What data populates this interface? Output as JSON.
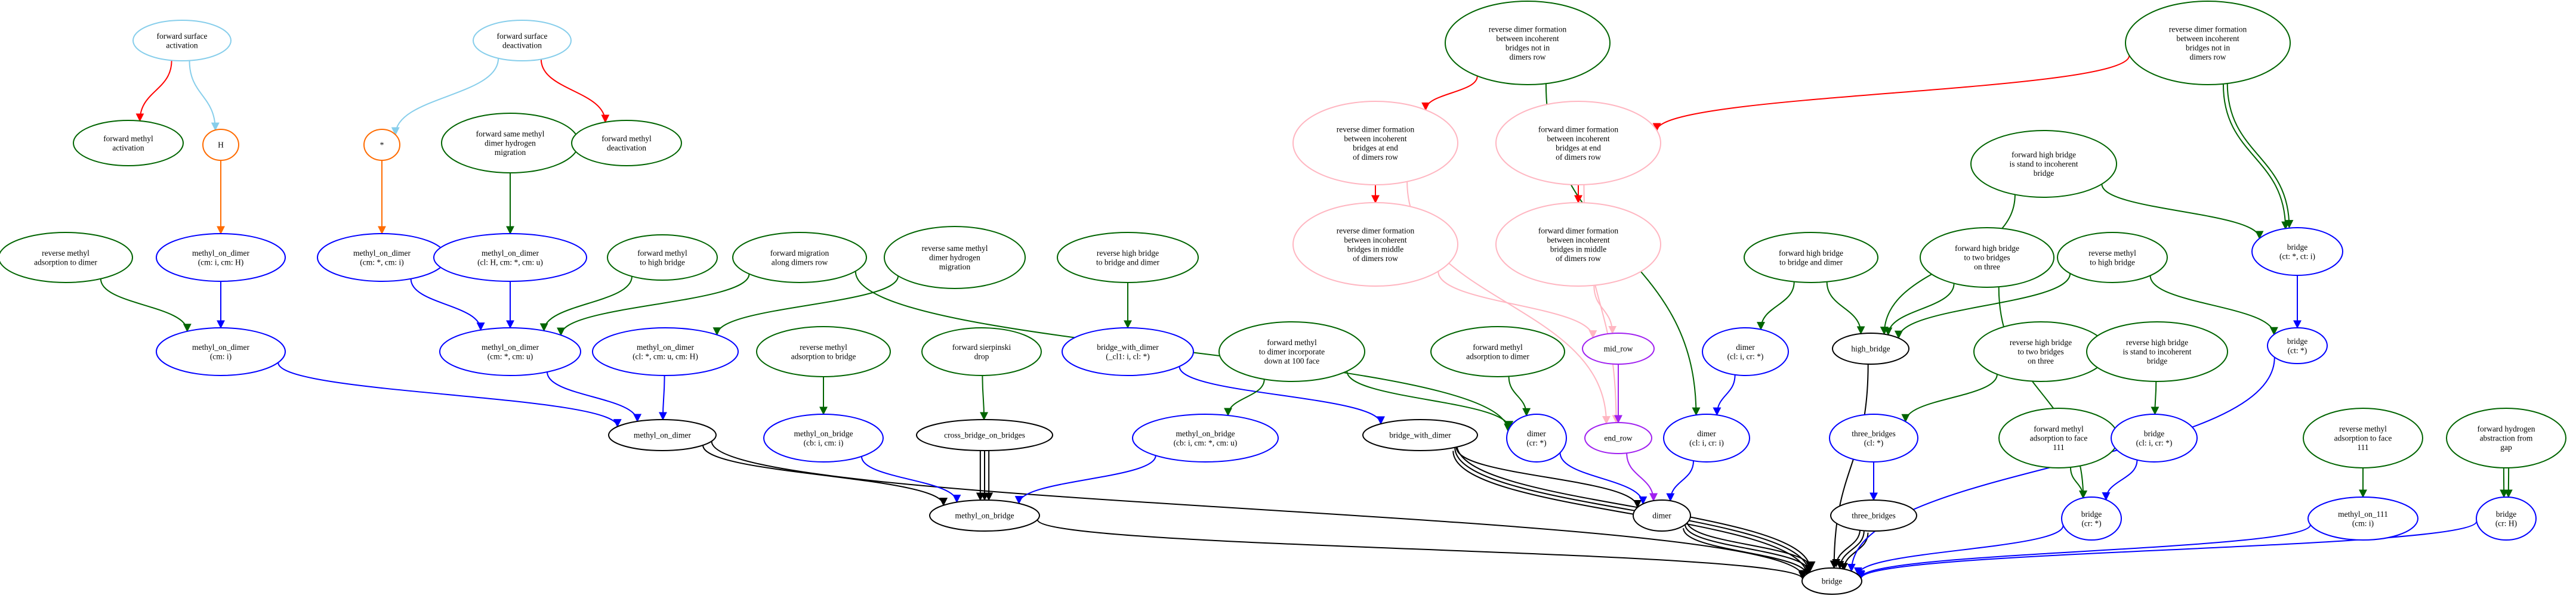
{
  "colors": {
    "black": "#000000",
    "blue": "#0000ff",
    "green": "#006400",
    "red": "#ff0000",
    "orange": "#ff6b00",
    "lightblue": "#87ceeb",
    "pink": "#ffb6c1",
    "purple": "#a020f0"
  },
  "nodes": [
    {
      "id": "fsa",
      "label": "forward surface\nactivation",
      "color": "lightblue"
    },
    {
      "id": "fsd",
      "label": "forward surface\ndeactivation",
      "color": "lightblue"
    },
    {
      "id": "fma",
      "label": "forward methyl\nactivation",
      "color": "green"
    },
    {
      "id": "H",
      "label": "H",
      "color": "orange"
    },
    {
      "id": "star",
      "label": "*",
      "color": "orange"
    },
    {
      "id": "fsmdhm",
      "label": "forward same methyl\ndimer hydrogen\nmigration",
      "color": "green"
    },
    {
      "id": "fmd",
      "label": "forward methyl\ndeactivation",
      "color": "green"
    },
    {
      "id": "rdf1",
      "label": "reverse dimer formation\nbetween incoherent\nbridges not in\ndimers row",
      "color": "green"
    },
    {
      "id": "rdf2",
      "label": "reverse dimer formation\nbetween incoherent\nbridges not in\ndimers row",
      "color": "green"
    },
    {
      "id": "rdfe",
      "label": "reverse dimer formation\nbetween incoherent\nbridges at end\nof dimers row",
      "color": "pink"
    },
    {
      "id": "fdfe",
      "label": "forward dimer formation\nbetween incoherent\nbridges at end\nof dimers row",
      "color": "pink"
    },
    {
      "id": "rdfm",
      "label": "reverse dimer formation\nbetween incoherent\nbridges in middle\nof dimers row",
      "color": "pink"
    },
    {
      "id": "fdfm",
      "label": "forward dimer formation\nbetween incoherent\nbridges in middle\nof dimers row",
      "color": "pink"
    },
    {
      "id": "fhbsi",
      "label": "forward high bridge\nis stand to incoherent\nbridge",
      "color": "green"
    },
    {
      "id": "rmad",
      "label": "reverse methyl\nadsorption to dimer",
      "color": "green"
    },
    {
      "id": "mod1",
      "label": "methyl_on_dimer\n(cm: i, cm: H)",
      "color": "blue"
    },
    {
      "id": "mod2",
      "label": "methyl_on_dimer\n(cm: *, cm: i)",
      "color": "blue"
    },
    {
      "id": "mod3",
      "label": "methyl_on_dimer\n(cl: H, cm: *, cm: u)",
      "color": "blue"
    },
    {
      "id": "fmhb",
      "label": "forward methyl\nto high bridge",
      "color": "green"
    },
    {
      "id": "fmig",
      "label": "forward migration\nalong dimers row",
      "color": "green"
    },
    {
      "id": "rsmdhm",
      "label": "reverse same methyl\ndimer hydrogen\nmigration",
      "color": "green"
    },
    {
      "id": "rhbbd",
      "label": "reverse high bridge\nto bridge and dimer",
      "color": "green"
    },
    {
      "id": "fhbbd",
      "label": "forward high bridge\nto bridge and dimer",
      "color": "green"
    },
    {
      "id": "fhb2b",
      "label": "forward high bridge\nto two bridges\non three",
      "color": "green"
    },
    {
      "id": "rmhb",
      "label": "reverse methyl\nto high bridge",
      "color": "green"
    },
    {
      "id": "bridge_ct",
      "label": "bridge\n(ct: *, ct: i)",
      "color": "blue"
    },
    {
      "id": "mod_i",
      "label": "methyl_on_dimer\n(cm: i)",
      "color": "blue"
    },
    {
      "id": "mod_su",
      "label": "methyl_on_dimer\n(cm: *, cm: u)",
      "color": "blue"
    },
    {
      "id": "mod_clH",
      "label": "methyl_on_dimer\n(cl: *, cm: u, cm: H)",
      "color": "blue"
    },
    {
      "id": "rmab",
      "label": "reverse methyl\nadsorption to bridge",
      "color": "green"
    },
    {
      "id": "fsd2",
      "label": "forward sierpinski\ndrop",
      "color": "green"
    },
    {
      "id": "bwd_s",
      "label": "bridge_with_dimer\n(_cl1: i, cl: *)",
      "color": "blue"
    },
    {
      "id": "fmdi",
      "label": "forward methyl\nto dimer incorporate\ndown at 100 face",
      "color": "green"
    },
    {
      "id": "fmad",
      "label": "forward methyl\nadsorption to dimer",
      "color": "green"
    },
    {
      "id": "mid_row",
      "label": "mid_row",
      "color": "purple"
    },
    {
      "id": "dimer_cl",
      "label": "dimer\n(cl: i, cr: *)",
      "color": "blue"
    },
    {
      "id": "high_bridge",
      "label": "high_bridge",
      "color": "black"
    },
    {
      "id": "rhb2b",
      "label": "reverse high bridge\nto two bridges\non three",
      "color": "green"
    },
    {
      "id": "rhbsi",
      "label": "reverse high bridge\nis stand to incoherent\nbridge",
      "color": "green"
    },
    {
      "id": "bridge_cts",
      "label": "bridge\n(ct: *)",
      "color": "blue"
    },
    {
      "id": "methyl_on_dimer",
      "label": "methyl_on_dimer",
      "color": "black"
    },
    {
      "id": "mob_i",
      "label": "methyl_on_bridge\n(cb: i, cm: i)",
      "color": "blue"
    },
    {
      "id": "cbob",
      "label": "cross_bridge_on_bridges",
      "color": "black"
    },
    {
      "id": "mob_s",
      "label": "methyl_on_bridge\n(cb: i, cm: *, cm: u)",
      "color": "blue"
    },
    {
      "id": "bwd",
      "label": "bridge_with_dimer",
      "color": "black"
    },
    {
      "id": "dimer_cr",
      "label": "dimer\n(cr: *)",
      "color": "blue"
    },
    {
      "id": "end_row",
      "label": "end_row",
      "color": "purple"
    },
    {
      "id": "dimer_cli",
      "label": "dimer\n(cl: i, cr: i)",
      "color": "blue"
    },
    {
      "id": "three_bridges_cl",
      "label": "three_bridges\n(cl: *)",
      "color": "blue"
    },
    {
      "id": "fmaf",
      "label": "forward methyl\nadsorption to face\n111",
      "color": "green"
    },
    {
      "id": "bridge_cli",
      "label": "bridge\n(cl: i, cr: *)",
      "color": "blue"
    },
    {
      "id": "rmaf",
      "label": "reverse methyl\nadsorption to face\n111",
      "color": "green"
    },
    {
      "id": "fhag",
      "label": "forward hydrogen\nabstraction from\ngap",
      "color": "green"
    },
    {
      "id": "methyl_on_bridge",
      "label": "methyl_on_bridge",
      "color": "black"
    },
    {
      "id": "dimer",
      "label": "dimer",
      "color": "black"
    },
    {
      "id": "three_bridges",
      "label": "three_bridges",
      "color": "black"
    },
    {
      "id": "bridge_crs",
      "label": "bridge\n(cr: *)",
      "color": "blue"
    },
    {
      "id": "m111",
      "label": "methyl_on_111\n(cm: i)",
      "color": "blue"
    },
    {
      "id": "bridge_crH",
      "label": "bridge\n(cr: H)",
      "color": "blue"
    },
    {
      "id": "bridge",
      "label": "bridge",
      "color": "black"
    }
  ],
  "edges": [
    {
      "from": "fsa",
      "to": "fma",
      "color": "red"
    },
    {
      "from": "fsa",
      "to": "H",
      "color": "lightblue"
    },
    {
      "from": "fsd",
      "to": "star",
      "color": "lightblue"
    },
    {
      "from": "fsd",
      "to": "fmd",
      "color": "red"
    },
    {
      "from": "H",
      "to": "mod1",
      "color": "orange"
    },
    {
      "from": "star",
      "to": "mod2",
      "color": "orange"
    },
    {
      "from": "fsmdhm",
      "to": "mod3",
      "color": "green"
    },
    {
      "from": "rdf1",
      "to": "rdfe",
      "color": "red"
    },
    {
      "from": "rdf1",
      "to": "dimer_cli",
      "color": "green"
    },
    {
      "from": "rdf2",
      "to": "fdfe",
      "color": "red"
    },
    {
      "from": "rdf2",
      "to": "bridge_ct",
      "color": "green",
      "multi": 2
    },
    {
      "from": "rdfe",
      "to": "rdfm",
      "color": "red"
    },
    {
      "from": "fdfe",
      "to": "fdfm",
      "color": "red"
    },
    {
      "from": "rdfe",
      "to": "end_row",
      "color": "pink"
    },
    {
      "from": "fdfe",
      "to": "end_row",
      "color": "pink"
    },
    {
      "from": "rdfm",
      "to": "mid_row",
      "color": "pink"
    },
    {
      "from": "fdfm",
      "to": "mid_row",
      "color": "pink"
    },
    {
      "from": "mid_row",
      "to": "end_row",
      "color": "purple"
    },
    {
      "from": "end_row",
      "to": "dimer",
      "color": "purple"
    },
    {
      "from": "rmad",
      "to": "mod_i",
      "color": "green"
    },
    {
      "from": "mod1",
      "to": "mod_i",
      "color": "blue"
    },
    {
      "from": "mod2",
      "to": "mod_su",
      "color": "blue"
    },
    {
      "from": "mod3",
      "to": "mod_su",
      "color": "blue"
    },
    {
      "from": "fmhb",
      "to": "mod_su",
      "color": "green"
    },
    {
      "from": "fmig",
      "to": "mod_su",
      "color": "green"
    },
    {
      "from": "fmig",
      "to": "dimer_cr",
      "color": "green"
    },
    {
      "from": "rsmdhm",
      "to": "mod_clH",
      "color": "green"
    },
    {
      "from": "mod_i",
      "to": "methyl_on_dimer",
      "color": "blue"
    },
    {
      "from": "mod_su",
      "to": "methyl_on_dimer",
      "color": "blue"
    },
    {
      "from": "mod_clH",
      "to": "methyl_on_dimer",
      "color": "blue"
    },
    {
      "from": "rmab",
      "to": "mob_i",
      "color": "green"
    },
    {
      "from": "fsd2",
      "to": "cbob",
      "color": "green"
    },
    {
      "from": "rhbbd",
      "to": "bwd_s",
      "color": "green"
    },
    {
      "from": "bwd_s",
      "to": "bwd",
      "color": "blue"
    },
    {
      "from": "fmdi",
      "to": "mob_s",
      "color": "green"
    },
    {
      "from": "fmdi",
      "to": "dimer_cr",
      "color": "green"
    },
    {
      "from": "fmad",
      "to": "dimer_cr",
      "color": "green"
    },
    {
      "from": "fhbbd",
      "to": "dimer_cl",
      "color": "green"
    },
    {
      "from": "fhbbd",
      "to": "high_bridge",
      "color": "green"
    },
    {
      "from": "fhbsi",
      "to": "high_bridge",
      "color": "green"
    },
    {
      "from": "fhbsi",
      "to": "bridge_ct",
      "color": "green"
    },
    {
      "from": "fhb2b",
      "to": "high_bridge",
      "color": "green"
    },
    {
      "from": "fhb2b",
      "to": "bridge_crs",
      "color": "green"
    },
    {
      "from": "rmhb",
      "to": "high_bridge",
      "color": "green"
    },
    {
      "from": "rmhb",
      "to": "bridge_cts",
      "color": "green"
    },
    {
      "from": "bridge_ct",
      "to": "bridge_cts",
      "color": "blue"
    },
    {
      "from": "dimer_cl",
      "to": "dimer_cli",
      "color": "blue"
    },
    {
      "from": "rhb2b",
      "to": "three_bridges_cl",
      "color": "green"
    },
    {
      "from": "rhbsi",
      "to": "bridge_cli",
      "color": "green"
    },
    {
      "from": "three_bridges_cl",
      "to": "three_bridges",
      "color": "blue"
    },
    {
      "from": "fmaf",
      "to": "bridge_crs",
      "color": "green"
    },
    {
      "from": "bridge_cli",
      "to": "bridge_crs",
      "color": "blue"
    },
    {
      "from": "rmaf",
      "to": "m111",
      "color": "green"
    },
    {
      "from": "fhag",
      "to": "bridge_crH",
      "color": "green",
      "multi": 2
    },
    {
      "from": "methyl_on_dimer",
      "to": "methyl_on_bridge",
      "color": "black"
    },
    {
      "from": "methyl_on_dimer",
      "to": "bridge",
      "color": "black"
    },
    {
      "from": "mob_i",
      "to": "methyl_on_bridge",
      "color": "blue"
    },
    {
      "from": "cbob",
      "to": "methyl_on_bridge",
      "color": "black",
      "multi": 3
    },
    {
      "from": "mob_s",
      "to": "methyl_on_bridge",
      "color": "blue"
    },
    {
      "from": "bwd",
      "to": "dimer",
      "color": "black"
    },
    {
      "from": "bwd",
      "to": "bridge",
      "color": "black",
      "multi": 3
    },
    {
      "from": "dimer_cr",
      "to": "dimer",
      "color": "blue"
    },
    {
      "from": "dimer_cli",
      "to": "dimer",
      "color": "blue"
    },
    {
      "from": "methyl_on_bridge",
      "to": "bridge",
      "color": "black"
    },
    {
      "from": "dimer",
      "to": "bridge",
      "color": "black",
      "multi": 3
    },
    {
      "from": "high_bridge",
      "to": "bridge",
      "color": "black"
    },
    {
      "from": "three_bridges",
      "to": "bridge",
      "color": "black",
      "multi": 3
    },
    {
      "from": "bridge_crs",
      "to": "bridge",
      "color": "blue"
    },
    {
      "from": "bridge_cts",
      "to": "bridge",
      "color": "blue"
    },
    {
      "from": "m111",
      "to": "bridge",
      "color": "blue"
    },
    {
      "from": "bridge_crH",
      "to": "bridge",
      "color": "blue"
    }
  ]
}
